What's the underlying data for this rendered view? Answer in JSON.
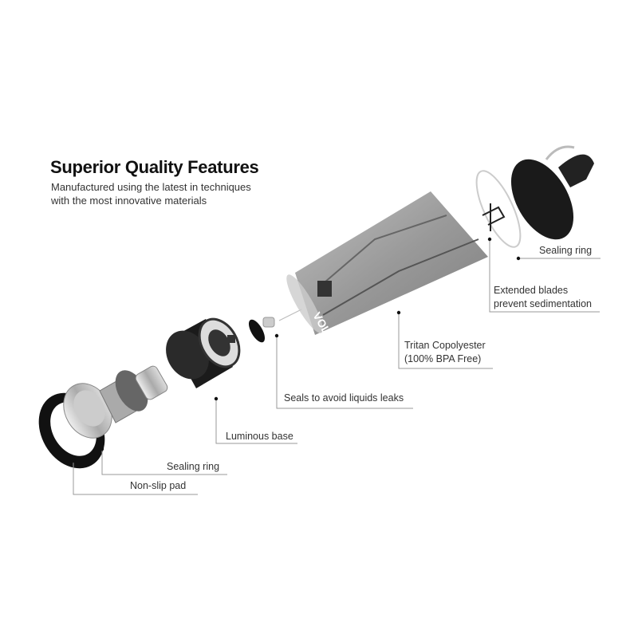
{
  "header": {
    "title": "Superior Quality Features",
    "subtitle_line1": "Manufactured using the latest in techniques",
    "subtitle_line2": "with the most innovative materials"
  },
  "brand": "VOLTRX",
  "callouts": {
    "lid_sealing_ring": "Sealing ring",
    "blades_line1": "Extended blades",
    "blades_line2": "prevent sedimentation",
    "cup_line1": "Tritan Copolyester",
    "cup_line2": "(100% BPA Free)",
    "seals": "Seals to avoid liquids leaks",
    "base": "Luminous base",
    "base_sealing_ring": "Sealing ring",
    "pad": "Non-slip pad"
  }
}
